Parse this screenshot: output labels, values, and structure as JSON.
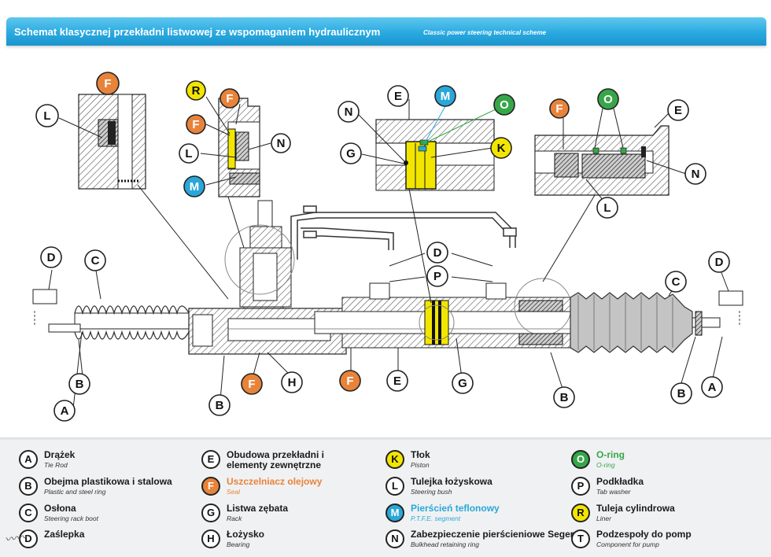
{
  "header": {
    "title_pl": "Schemat klasycznej przekładni listwowej ze wspomaganiem hydraulicznym",
    "title_en": "Classic power steering technical scheme"
  },
  "colors": {
    "header_blue": "#29a9e0",
    "seal_orange": "#e8833a",
    "ptfe_blue": "#2aa7d9",
    "oring_green": "#37a64a",
    "piston_yellow": "#f2e600",
    "callout_white": "#ffffff"
  },
  "callout_colors": {
    "A": "#ffffff",
    "B": "#ffffff",
    "C": "#ffffff",
    "D": "#ffffff",
    "E": "#ffffff",
    "F": "#e8833a",
    "G": "#ffffff",
    "H": "#ffffff",
    "K": "#f2e600",
    "L": "#ffffff",
    "M": "#2aa7d9",
    "N": "#ffffff",
    "O": "#37a64a",
    "P": "#ffffff",
    "R": "#f2e600",
    "T": "#ffffff"
  },
  "legend": [
    {
      "letter": "A",
      "pl": "Drążek",
      "en": "Tie Rod",
      "color": "#ffffff"
    },
    {
      "letter": "B",
      "pl": "Obejma plastikowa i stalowa",
      "en": "Plastic and steel ring",
      "color": "#ffffff"
    },
    {
      "letter": "C",
      "pl": "Osłona",
      "en": "Steering rack boot",
      "color": "#ffffff"
    },
    {
      "letter": "D",
      "pl": "Zaślepka",
      "en": "",
      "color": "#ffffff"
    },
    {
      "letter": "E",
      "pl": "Obudowa przekładni i elementy zewnętrzne",
      "en": "",
      "color": "#ffffff"
    },
    {
      "letter": "F",
      "pl": "Uszczelniacz olejowy",
      "en": "Seal",
      "color": "#e8833a"
    },
    {
      "letter": "G",
      "pl": "Listwa zębata",
      "en": "Rack",
      "color": "#ffffff"
    },
    {
      "letter": "H",
      "pl": "Łożysko",
      "en": "Bearing",
      "color": "#ffffff"
    },
    {
      "letter": "K",
      "pl": "Tłok",
      "en": "Piston",
      "color": "#f2e600"
    },
    {
      "letter": "L",
      "pl": "Tulejka łożyskowa",
      "en": "Steering bush",
      "color": "#ffffff"
    },
    {
      "letter": "M",
      "pl": "Pierścień teflonowy",
      "en": "P.T.F.E. segment",
      "color": "#2aa7d9"
    },
    {
      "letter": "N",
      "pl": "Zabezpieczenie pierścieniowe Seger",
      "en": "Bulkhead retaining ring",
      "color": "#ffffff"
    },
    {
      "letter": "O",
      "pl": "O-ring",
      "en": "O-ring",
      "color": "#37a64a"
    },
    {
      "letter": "P",
      "pl": "Podkładka",
      "en": "Tab washer",
      "color": "#ffffff"
    },
    {
      "letter": "R",
      "pl": "Tuleja cylindrowa",
      "en": "Liner",
      "color": "#f2e600"
    },
    {
      "letter": "T",
      "pl": "Podzespoły do pomp",
      "en": "Component for pump",
      "color": "#ffffff"
    }
  ]
}
